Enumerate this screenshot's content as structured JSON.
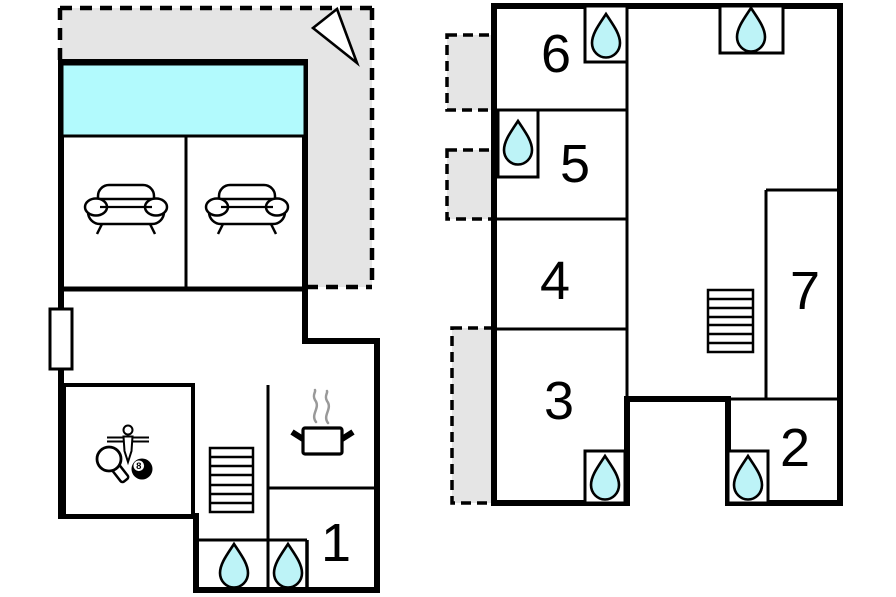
{
  "colors": {
    "wall": "#000000",
    "pool_strip": "#b2fafd",
    "water_drop_fill": "#bdf3f7",
    "terrace_fill": "#e5e5e5",
    "steam": "#999999"
  },
  "left_plan": {
    "room_labels": {
      "room1": "1"
    },
    "eight_ball_label": "8",
    "icons": [
      "north-arrow-icon",
      "sofa-icon",
      "sofa-icon",
      "window-marker",
      "stairs-icon",
      "cooking-pot-icon",
      "steam-icon",
      "table-tennis-paddle-icon",
      "foosball-player-icon",
      "eight-ball-icon",
      "water-drop-icon",
      "water-drop-icon"
    ]
  },
  "right_plan": {
    "room_labels": {
      "room2": "2",
      "room3": "3",
      "room4": "4",
      "room5": "5",
      "room6": "6",
      "room7": "7"
    },
    "icons": [
      "water-drop-icon",
      "water-drop-icon",
      "water-drop-icon",
      "water-drop-icon",
      "water-drop-icon",
      "stairs-icon",
      "balcony",
      "balcony",
      "balcony"
    ]
  }
}
